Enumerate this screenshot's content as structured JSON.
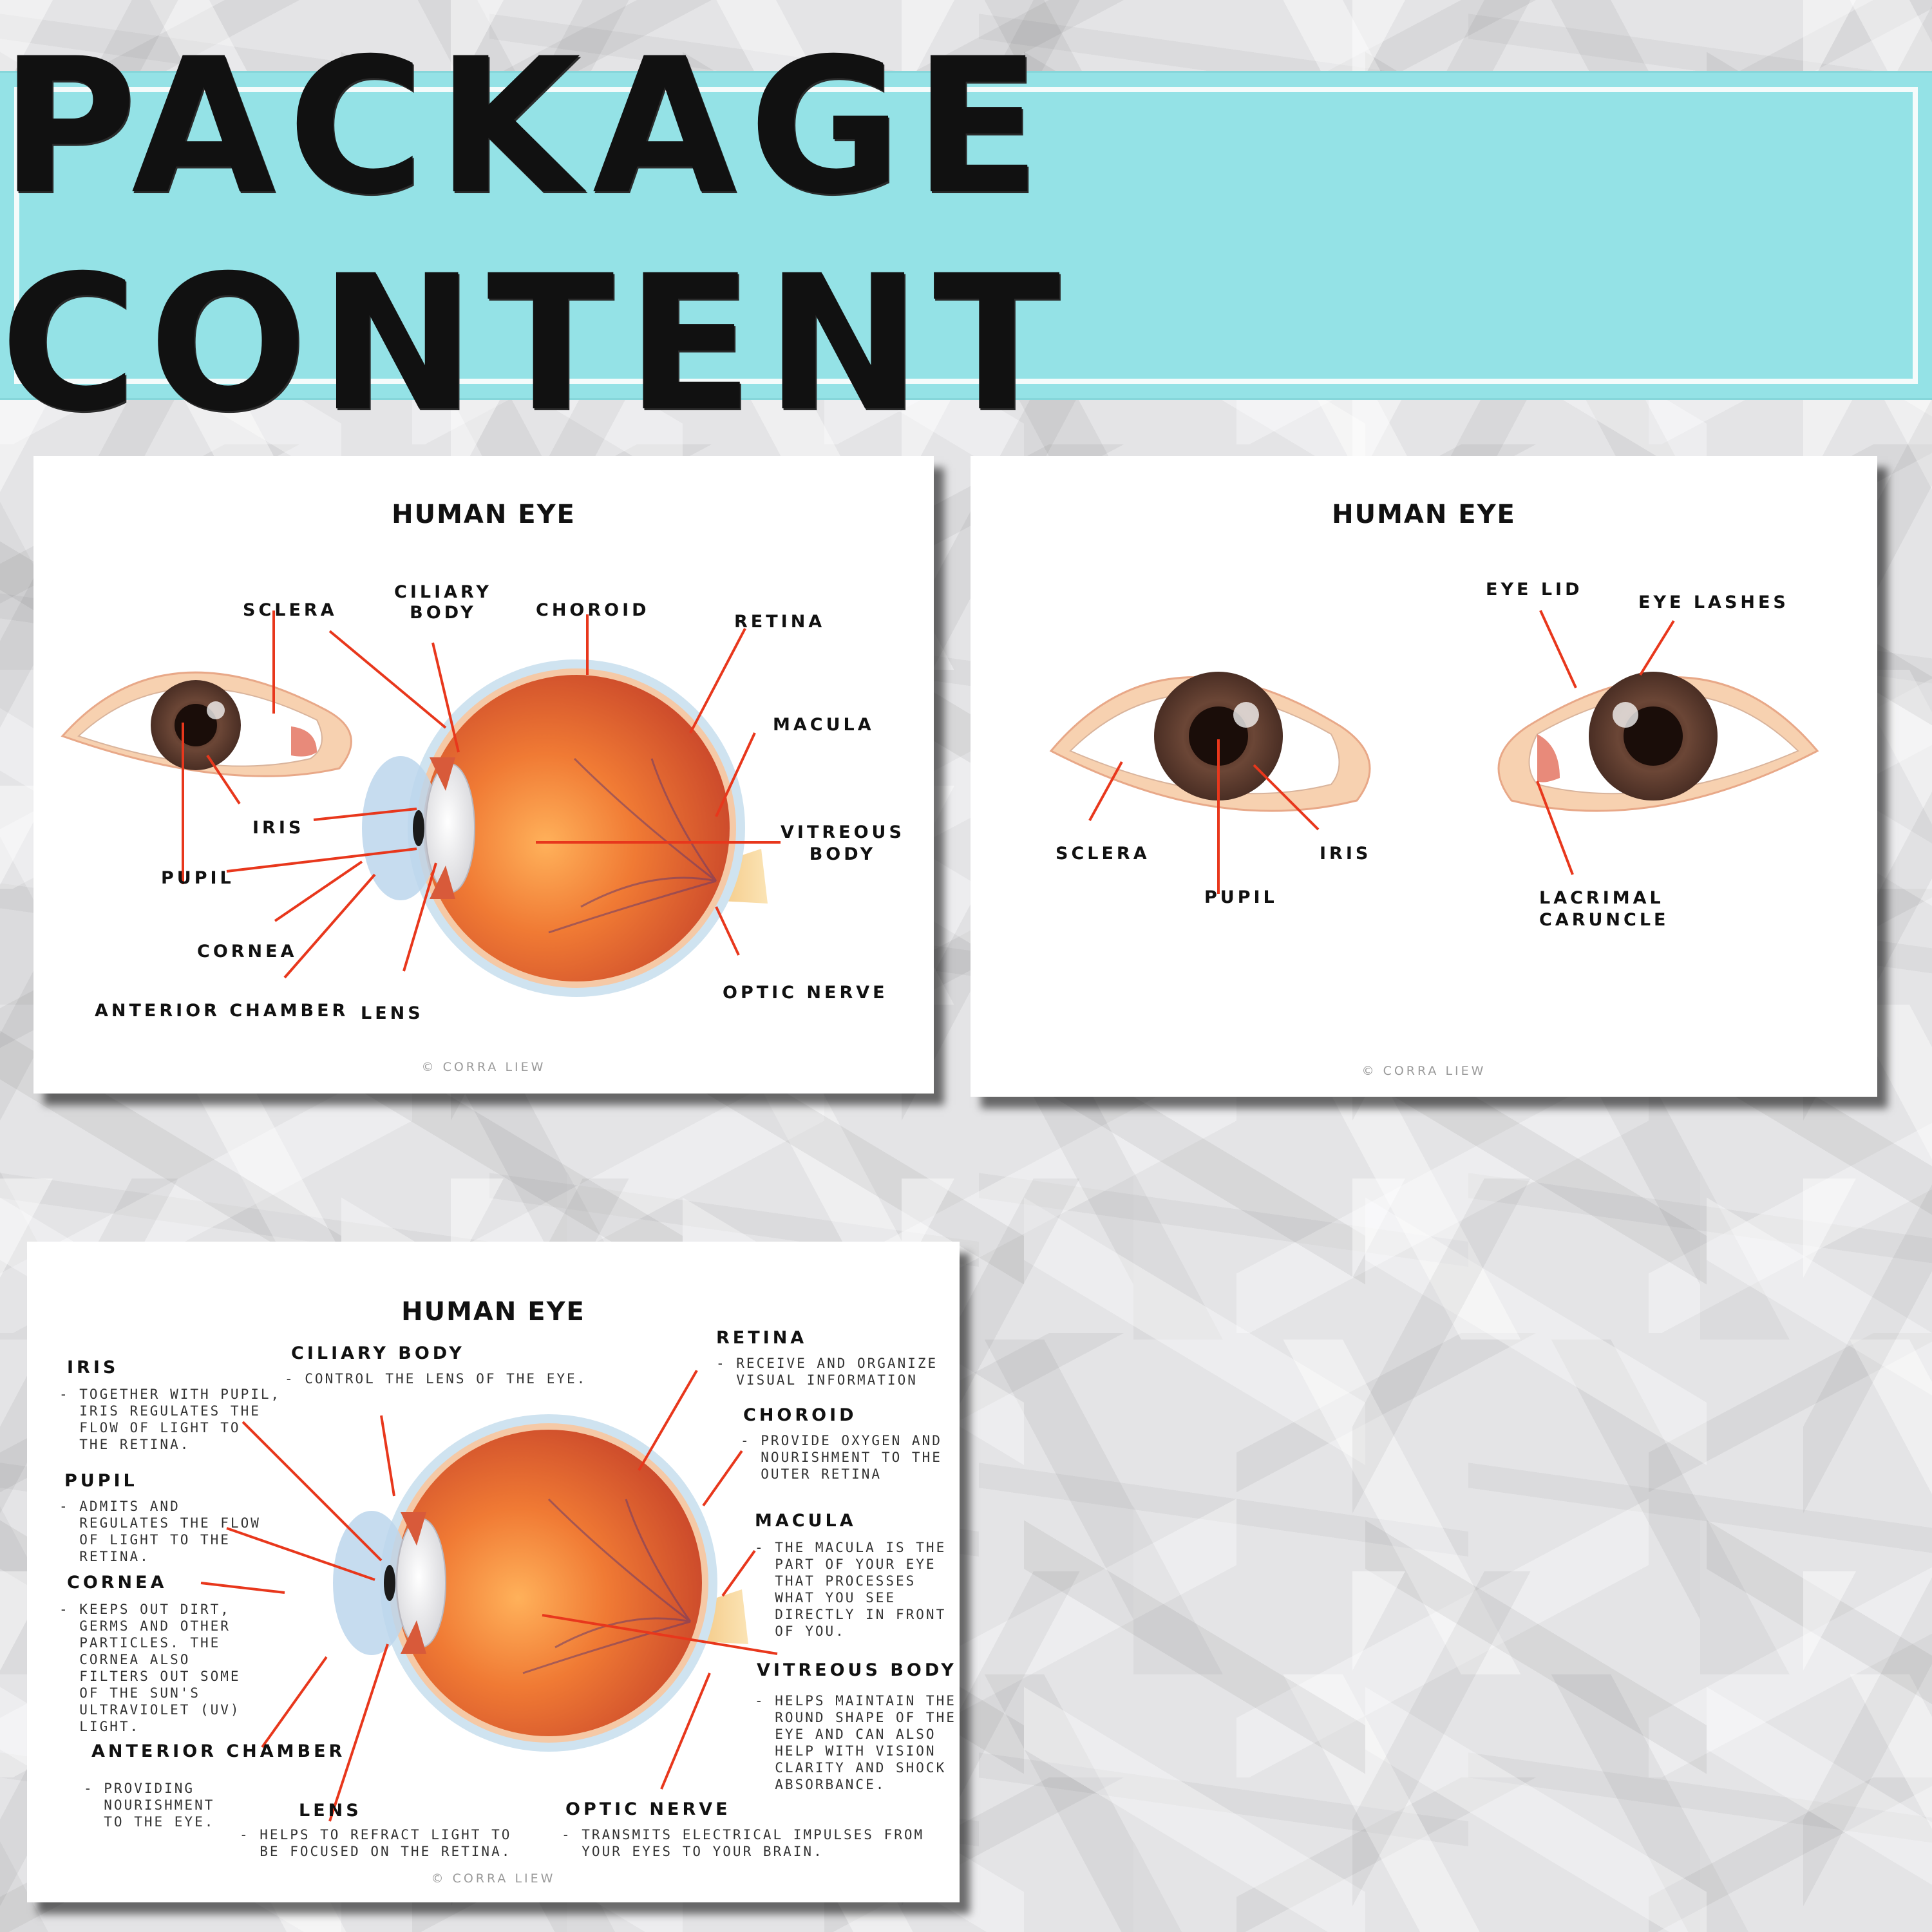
{
  "banner": {
    "title": "PACKAGE CONTENT"
  },
  "card1": {
    "title": "HUMAN EYE",
    "labels": {
      "sclera": "SCLERA",
      "ciliary_body": "CILIARY\nBODY",
      "choroid": "CHOROID",
      "retina": "RETINA",
      "macula": "MACULA",
      "iris": "IRIS",
      "vitreous_body": "VITREOUS\nBODY",
      "pupil": "PUPIL",
      "cornea": "CORNEA",
      "anterior_chamber": "ANTERIOR CHAMBER",
      "lens": "LENS",
      "optic_nerve": "OPTIC NERVE"
    },
    "credit": "© CORRA LIEW"
  },
  "card2": {
    "title": "HUMAN EYE",
    "labels": {
      "eye_lid": "EYE LID",
      "eye_lashes": "EYE LASHES",
      "sclera": "SCLERA",
      "pupil": "PUPIL",
      "iris": "IRIS",
      "lacrimal_caruncle": "LACRIMAL\nCARUNCLE"
    },
    "credit": "© CORRA LIEW"
  },
  "card3": {
    "title": "HUMAN EYE",
    "parts": {
      "iris": {
        "name": "IRIS",
        "desc": "- TOGETHER WITH PUPIL,\n  IRIS REGULATES THE\n  FLOW OF LIGHT TO\n  THE RETINA."
      },
      "ciliary_body": {
        "name": "CILIARY BODY",
        "desc": "- CONTROL THE LENS OF THE EYE."
      },
      "retina": {
        "name": "RETINA",
        "desc": "- RECEIVE AND ORGANIZE\n  VISUAL INFORMATION"
      },
      "pupil": {
        "name": "PUPIL",
        "desc": "- ADMITS AND\n  REGULATES THE FLOW\n  OF LIGHT TO THE\n  RETINA."
      },
      "choroid": {
        "name": "CHOROID",
        "desc": "- PROVIDE OXYGEN AND\n  NOURISHMENT TO THE\n  OUTER RETINA"
      },
      "macula": {
        "name": "MACULA",
        "desc": "- THE MACULA IS THE\n  PART OF YOUR EYE\n  THAT PROCESSES\n  WHAT YOU SEE\n  DIRECTLY IN FRONT\n  OF YOU."
      },
      "cornea": {
        "name": "CORNEA",
        "desc": "- KEEPS OUT DIRT,\n  GERMS AND OTHER\n  PARTICLES. THE\n  CORNEA ALSO\n  FILTERS OUT SOME\n  OF THE SUN'S\n  ULTRAVIOLET (UV)\n  LIGHT."
      },
      "vitreous_body": {
        "name": "VITREOUS BODY",
        "desc": "- HELPS MAINTAIN THE\n  ROUND SHAPE OF THE\n  EYE AND CAN ALSO\n  HELP WITH VISION\n  CLARITY AND SHOCK\n  ABSORBANCE."
      },
      "anterior_chamber": {
        "name": "ANTERIOR CHAMBER",
        "desc": "- PROVIDING\n  NOURISHMENT\n  TO THE EYE."
      },
      "lens": {
        "name": "LENS",
        "desc": "- HELPS TO REFRACT LIGHT TO\n  BE FOCUSED ON THE RETINA."
      },
      "optic_nerve": {
        "name": "OPTIC NERVE",
        "desc": "- TRANSMITS ELECTRICAL IMPULSES FROM\n  YOUR EYES TO YOUR BRAIN."
      }
    },
    "credit": "© CORRA LIEW"
  },
  "colors": {
    "banner": "#94e2e6",
    "leader_line": "#e8371c",
    "iris_brown": "#6b4636",
    "eyeball_orange": "#e8642e",
    "skin": "#f7d1b0"
  }
}
